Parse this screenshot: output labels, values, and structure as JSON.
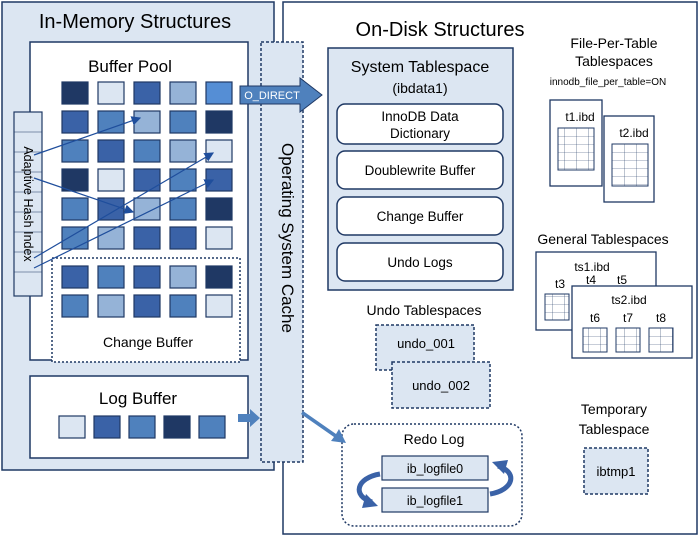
{
  "in_memory": {
    "title": "In-Memory Structures",
    "buffer_pool": "Buffer Pool",
    "adaptive_hash_index": "Adaptive Hash Index",
    "change_buffer": "Change Buffer",
    "log_buffer": "Log Buffer"
  },
  "os_cache": {
    "label": "Operating System Cache",
    "o_direct": "O_DIRECT"
  },
  "on_disk": {
    "title": "On-Disk Structures",
    "system_tablespace": {
      "title": "System Tablespace",
      "file": "(ibdata1)",
      "data_dictionary_line1": "InnoDB Data",
      "data_dictionary_line2": "Dictionary",
      "doublewrite_buffer": "Doublewrite Buffer",
      "change_buffer": "Change Buffer",
      "undo_logs": "Undo Logs"
    },
    "file_per_table": {
      "title_line1": "File-Per-Table",
      "title_line2": "Tablespaces",
      "setting": "innodb_file_per_table=ON",
      "files": [
        "t1.ibd",
        "t2.ibd"
      ]
    },
    "general": {
      "title": "General Tablespaces",
      "file1": "ts1.ibd",
      "file1_tables": [
        "t3",
        "t4",
        "t5"
      ],
      "file2": "ts2.ibd",
      "file2_tables": [
        "t6",
        "t7",
        "t8"
      ]
    },
    "undo": {
      "title": "Undo Tablespaces",
      "files": [
        "undo_001",
        "undo_002"
      ]
    },
    "redo": {
      "title": "Redo Log",
      "files": [
        "ib_logfile0",
        "ib_logfile1"
      ]
    },
    "temporary": {
      "title_line1": "Temporary",
      "title_line2": "Tablespace",
      "file": "ibtmp1"
    }
  },
  "colors": {
    "box_fill": "#dce6f2",
    "border": "#1f3864",
    "dark": "#1f3864",
    "mid": "#3a62a7",
    "med": "#4f81bd",
    "light": "#95b3d7",
    "pale": "#dce6f2",
    "bright": "#558ed5"
  },
  "buffer_pool_grid": [
    [
      "dark",
      "pale",
      "mid",
      "light",
      "bright"
    ],
    [
      "mid",
      "med",
      "light",
      "med",
      "dark"
    ],
    [
      "med",
      "mid",
      "med",
      "light",
      "pale"
    ],
    [
      "dark",
      "pale",
      "mid",
      "med",
      "mid"
    ],
    [
      "med",
      "mid",
      "light",
      "med",
      "dark"
    ],
    [
      "med",
      "light",
      "mid",
      "mid",
      "pale"
    ]
  ],
  "change_buffer_grid": [
    [
      "mid",
      "med",
      "mid",
      "light",
      "dark"
    ],
    [
      "med",
      "light",
      "mid",
      "med",
      "pale"
    ]
  ],
  "log_buffer_cells": [
    "pale",
    "mid",
    "med",
    "dark",
    "med"
  ]
}
